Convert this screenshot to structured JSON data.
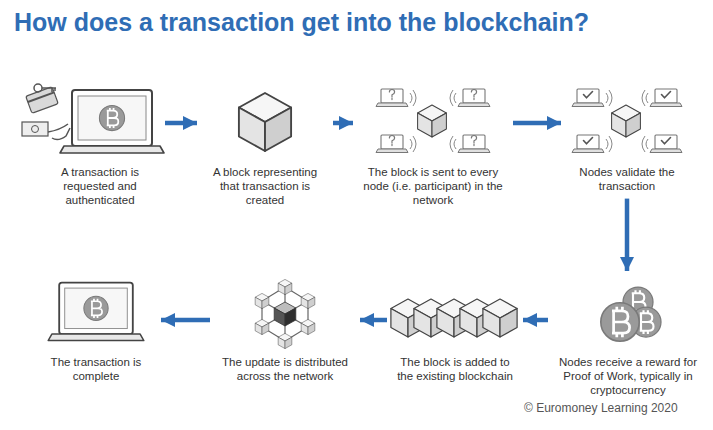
{
  "diagram": {
    "title": "How does a transaction get into the blockchain?",
    "nodes": [
      {
        "text": [
          "A transaction is requested and authenticated"
        ]
      },
      {
        "text": [
          "A block representing that transaction is created"
        ]
      },
      {
        "text": [
          "The block is sent to every node (i.e. participant) in the network"
        ]
      },
      {
        "text": [
          "Nodes validate the transaction"
        ]
      },
      {
        "text": [
          "Nodes receive a reward for Proof of Work, typically in cryptocurrency"
        ]
      },
      {
        "text": [
          "The block is added to the existing blockchain"
        ]
      },
      {
        "text": [
          "The update is distributed across the network"
        ]
      },
      {
        "text": [
          "The transaction is complete"
        ]
      }
    ],
    "edges": [
      {
        "from": 0,
        "to": 1,
        "arrow": "to"
      },
      {
        "from": 1,
        "to": 2,
        "arrow": "to"
      },
      {
        "from": 2,
        "to": 3,
        "arrow": "to"
      },
      {
        "from": 3,
        "to": 4,
        "arrow": "to"
      },
      {
        "from": 4,
        "to": 5,
        "arrow": "to"
      },
      {
        "from": 5,
        "to": 6,
        "arrow": "to"
      },
      {
        "from": 6,
        "to": 7,
        "arrow": "to"
      }
    ],
    "labels": [
      "© Euromoney Learning 2020"
    ]
  }
}
